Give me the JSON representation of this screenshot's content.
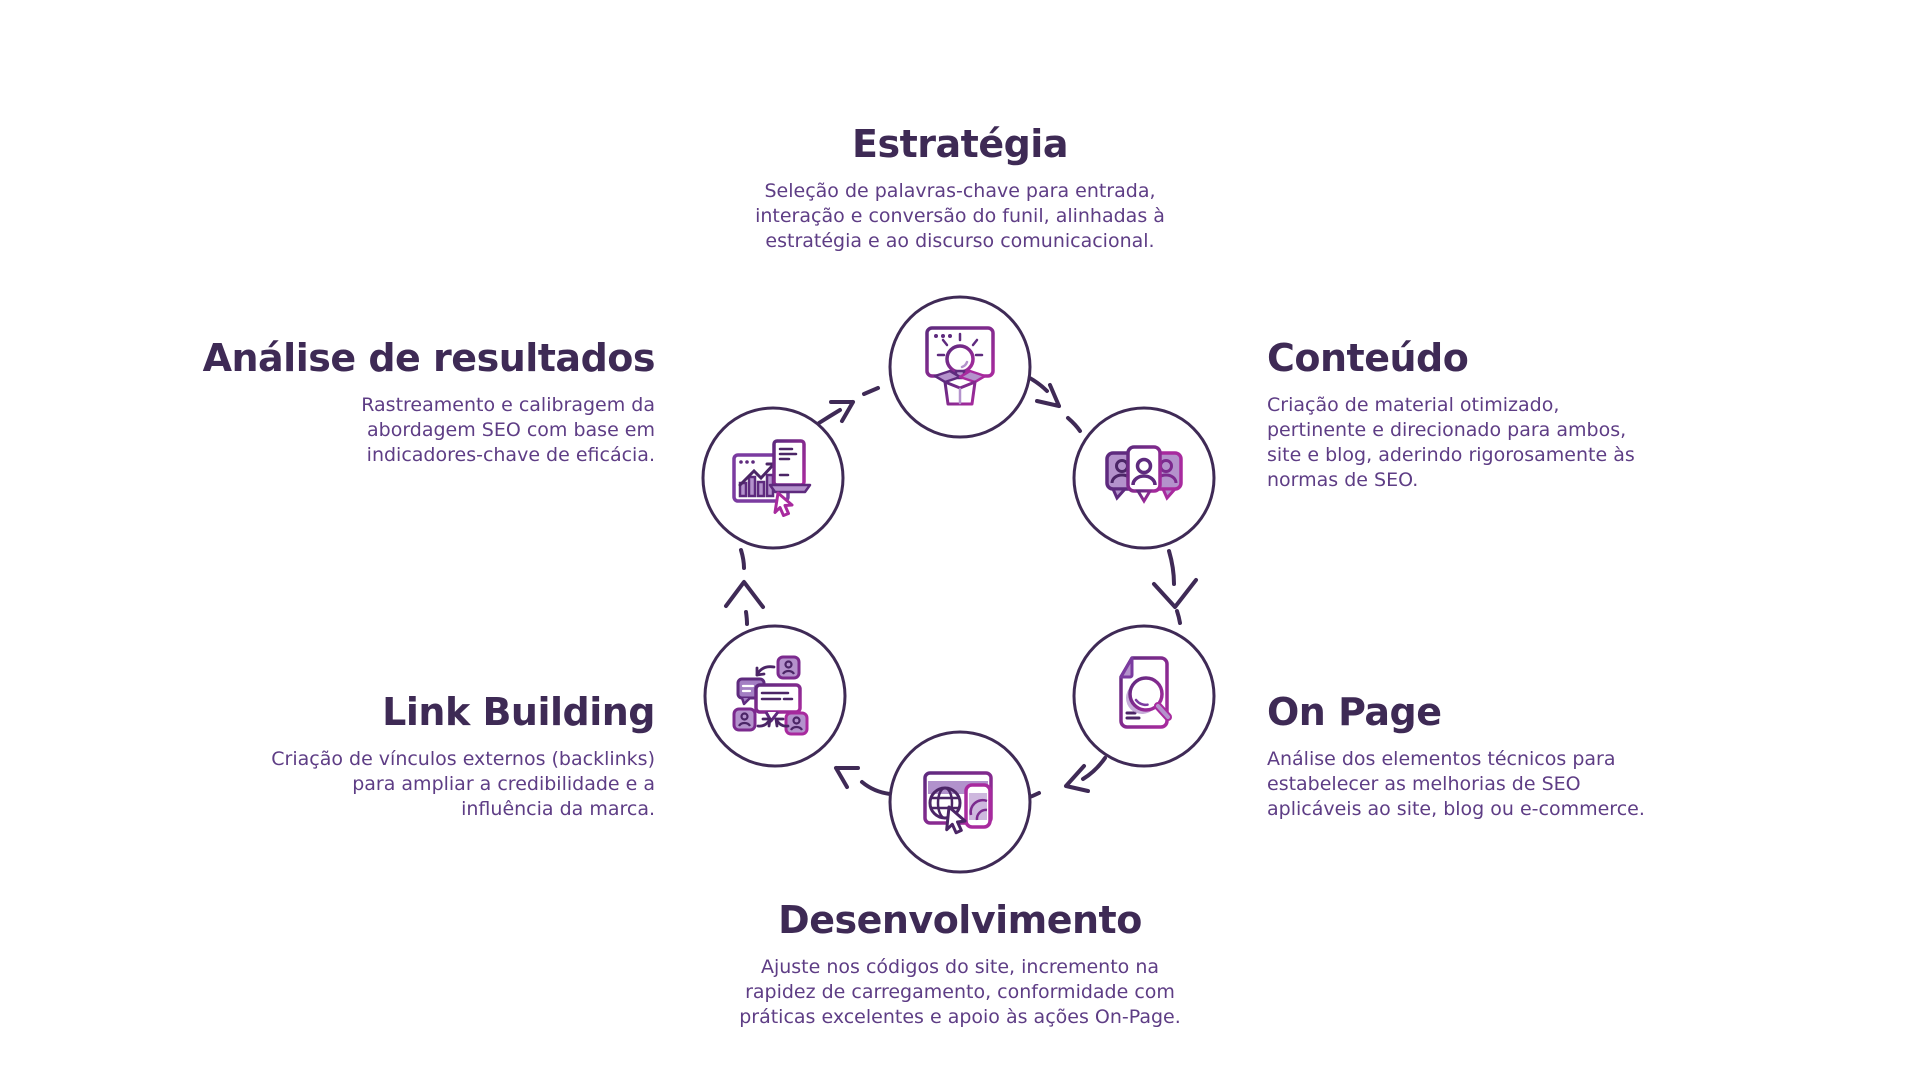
{
  "infographic": {
    "language": "pt-BR",
    "palette": {
      "title_color": "#3e2a55",
      "body_color": "#5e3d85",
      "icon_purple": "#5e2a7e",
      "icon_magenta": "#a82a9e",
      "icon_light_fill": "#b492cc",
      "background": "#ffffff"
    },
    "flow": "clockwise",
    "steps": [
      {
        "id": "estrategia",
        "title": "Estratégia",
        "description": "Seleção de palavras-chave para entrada,\ninteração e conversão do funil, alinhadas à\nestratégia e ao discurso comunicacional.",
        "icon": "idea-box-icon",
        "position": "top-center"
      },
      {
        "id": "conteudo",
        "title": "Conteúdo",
        "description": "Criação de material otimizado,\npertinente e direcionado para ambos,\nsite e blog, aderindo rigorosamente às\nnormas de SEO.",
        "icon": "audience-bubbles-icon",
        "position": "right-top"
      },
      {
        "id": "onpage",
        "title": "On Page",
        "description": "Análise dos elementos técnicos para\nestabelecer as melhorias de SEO\naplicáveis ao site, blog ou e-commerce.",
        "icon": "document-search-icon",
        "position": "right-bottom"
      },
      {
        "id": "desenvolvimento",
        "title": "Desenvolvimento",
        "description": "Ajuste nos códigos do site, incremento na\nrapidez de carregamento, conformidade com\npráticas excelentes e apoio às ações On-Page.",
        "icon": "responsive-web-icon",
        "position": "bottom-center"
      },
      {
        "id": "linkbuilding",
        "title": "Link Building",
        "description": "Criação de vínculos externos (backlinks)\npara ampliar a credibilidade e a\ninfluência da marca.",
        "icon": "network-share-icon",
        "position": "left-bottom"
      },
      {
        "id": "analise",
        "title": "Análise de resultados",
        "description": "Rastreamento e calibragem da\nabordagem SEO com base em\nindicadores-chave de eficácia.",
        "icon": "analytics-report-icon",
        "position": "left-top"
      }
    ]
  }
}
